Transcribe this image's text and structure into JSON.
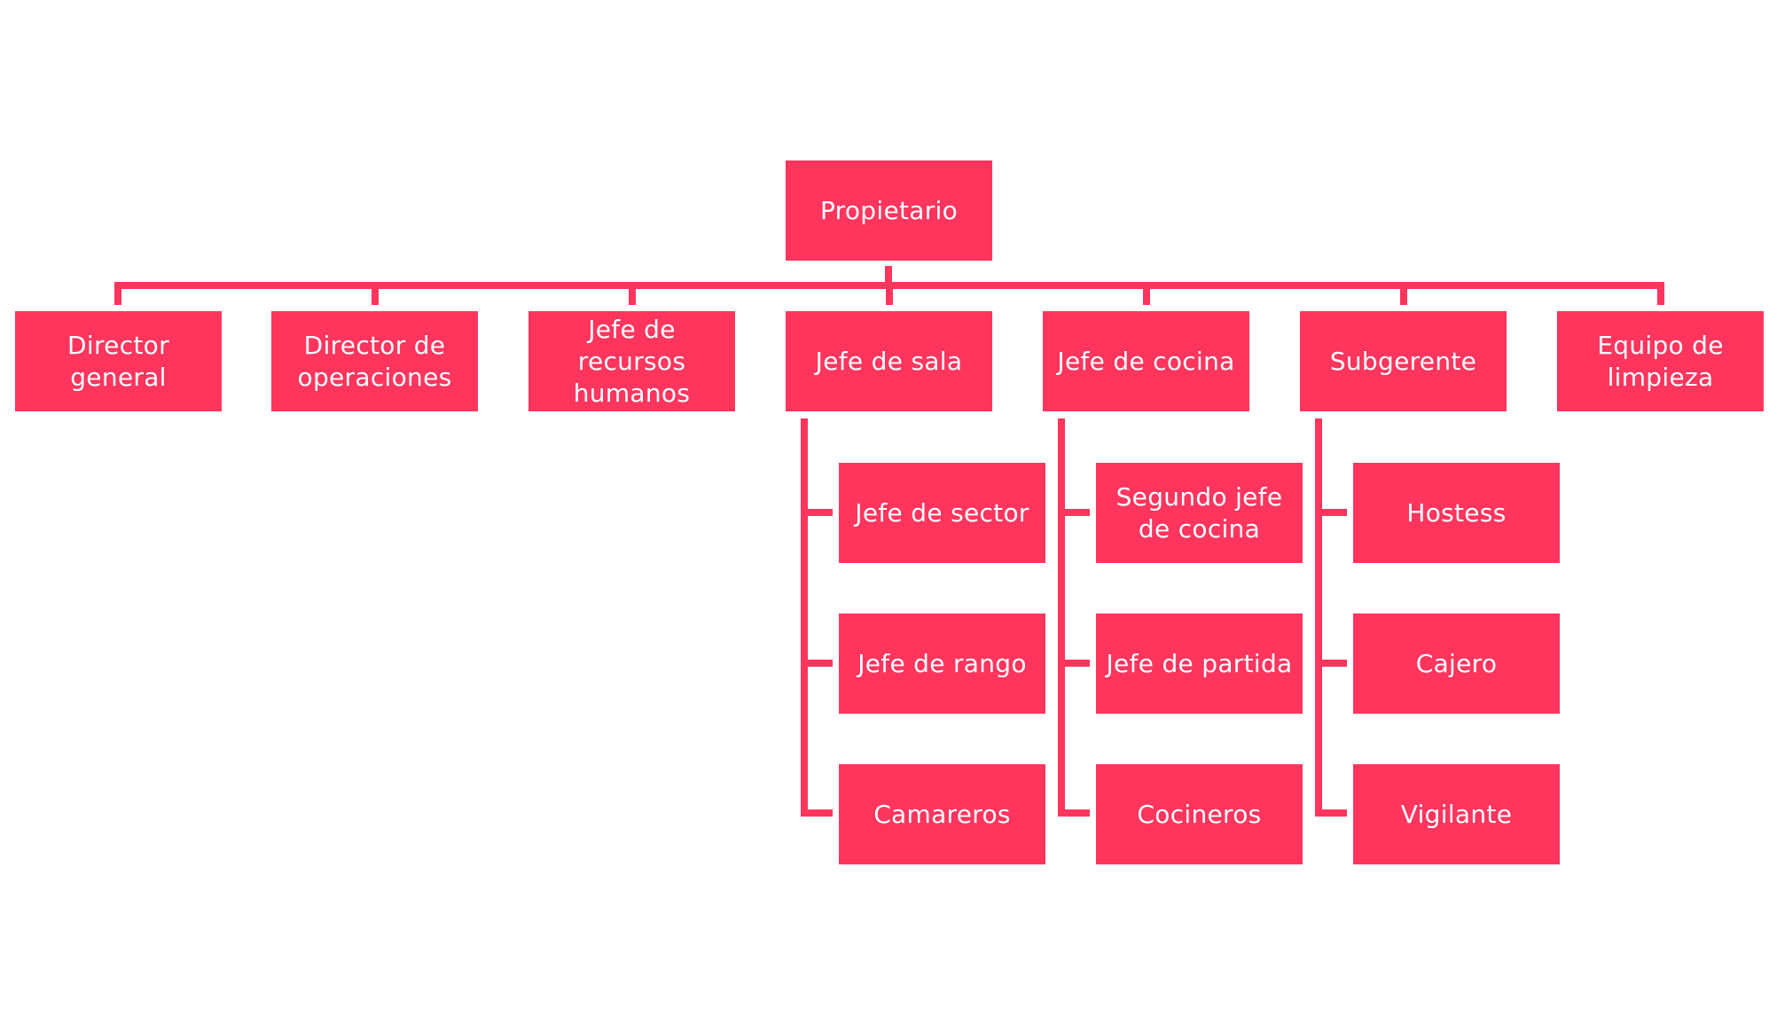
{
  "colors": {
    "box": "#ff355e",
    "text": "#ffffff",
    "connector": "#ff355e"
  },
  "org": {
    "root": "Propietario",
    "level1": [
      "Director general",
      "Director de operaciones",
      "Jefe de recursos humanos",
      "Jefe de sala",
      "Jefe de cocina",
      "Subgerente",
      "Equipo de limpieza"
    ],
    "jefe_de_sala": [
      "Jefe de sector",
      "Jefe de rango",
      "Camareros"
    ],
    "jefe_de_cocina": [
      "Segundo jefe de cocina",
      "Jefe de partida",
      "Cocineros"
    ],
    "subgerente": [
      "Hostess",
      "Cajero",
      "Vigilante"
    ]
  }
}
